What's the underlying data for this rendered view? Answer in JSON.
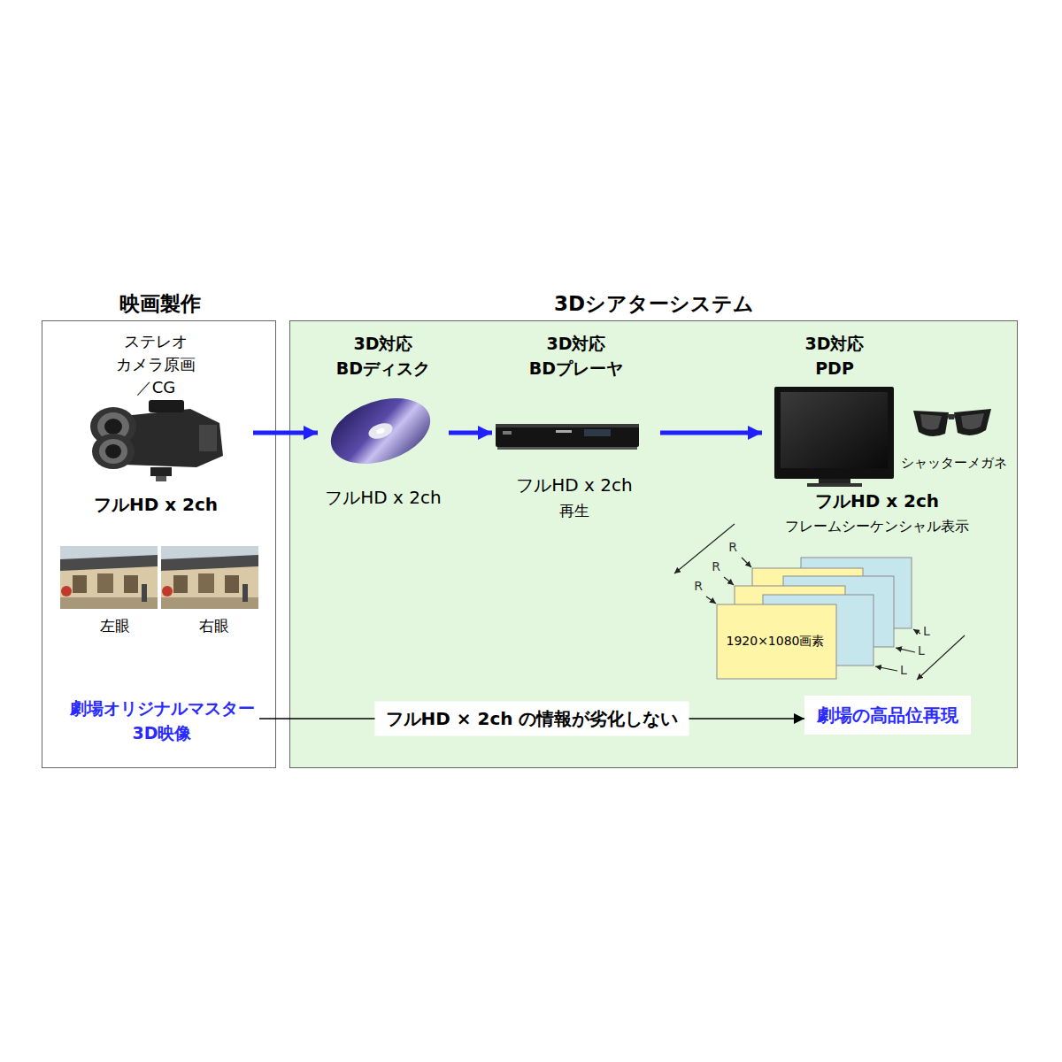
{
  "diagram": {
    "nodes": [
      {
        "text": [
          "映画製作"
        ]
      },
      {
        "text": [
          "3Dシアターシステム"
        ]
      },
      {
        "text": [
          "ステレオ カメラ原画／CG",
          "フルHD x 2ch"
        ],
        "in": 0
      },
      {
        "text": [
          "劇場オリジナルマスター 3D映像"
        ],
        "in": 0
      },
      {
        "text": [
          "3D対応 BDディスク",
          "フルHD x 2ch"
        ],
        "in": 1
      },
      {
        "text": [
          "3D対応 BDプレーヤ",
          "フルHD x 2ch",
          "再生"
        ],
        "in": 1
      },
      {
        "text": [
          "3D対応 PDP",
          "フルHD x 2ch",
          "フレームシーケンシャル表示"
        ],
        "in": 1
      },
      {
        "text": [
          "劇場の高品位再現"
        ],
        "in": 1
      }
    ],
    "edges": [
      {
        "from": 2,
        "to": 4,
        "arrow": "to"
      },
      {
        "from": 4,
        "to": 5,
        "arrow": "to"
      },
      {
        "from": 5,
        "to": 6,
        "arrow": "to"
      },
      {
        "from": 3,
        "to": 7,
        "label": "フルHD × 2ch の情報が劣化しない",
        "arrow": "to"
      }
    ],
    "labels": [
      "左眼",
      "右眼",
      "シャッターメガネ",
      "R",
      "R",
      "R",
      "L",
      "L",
      "L",
      "1920×1080画素"
    ]
  }
}
